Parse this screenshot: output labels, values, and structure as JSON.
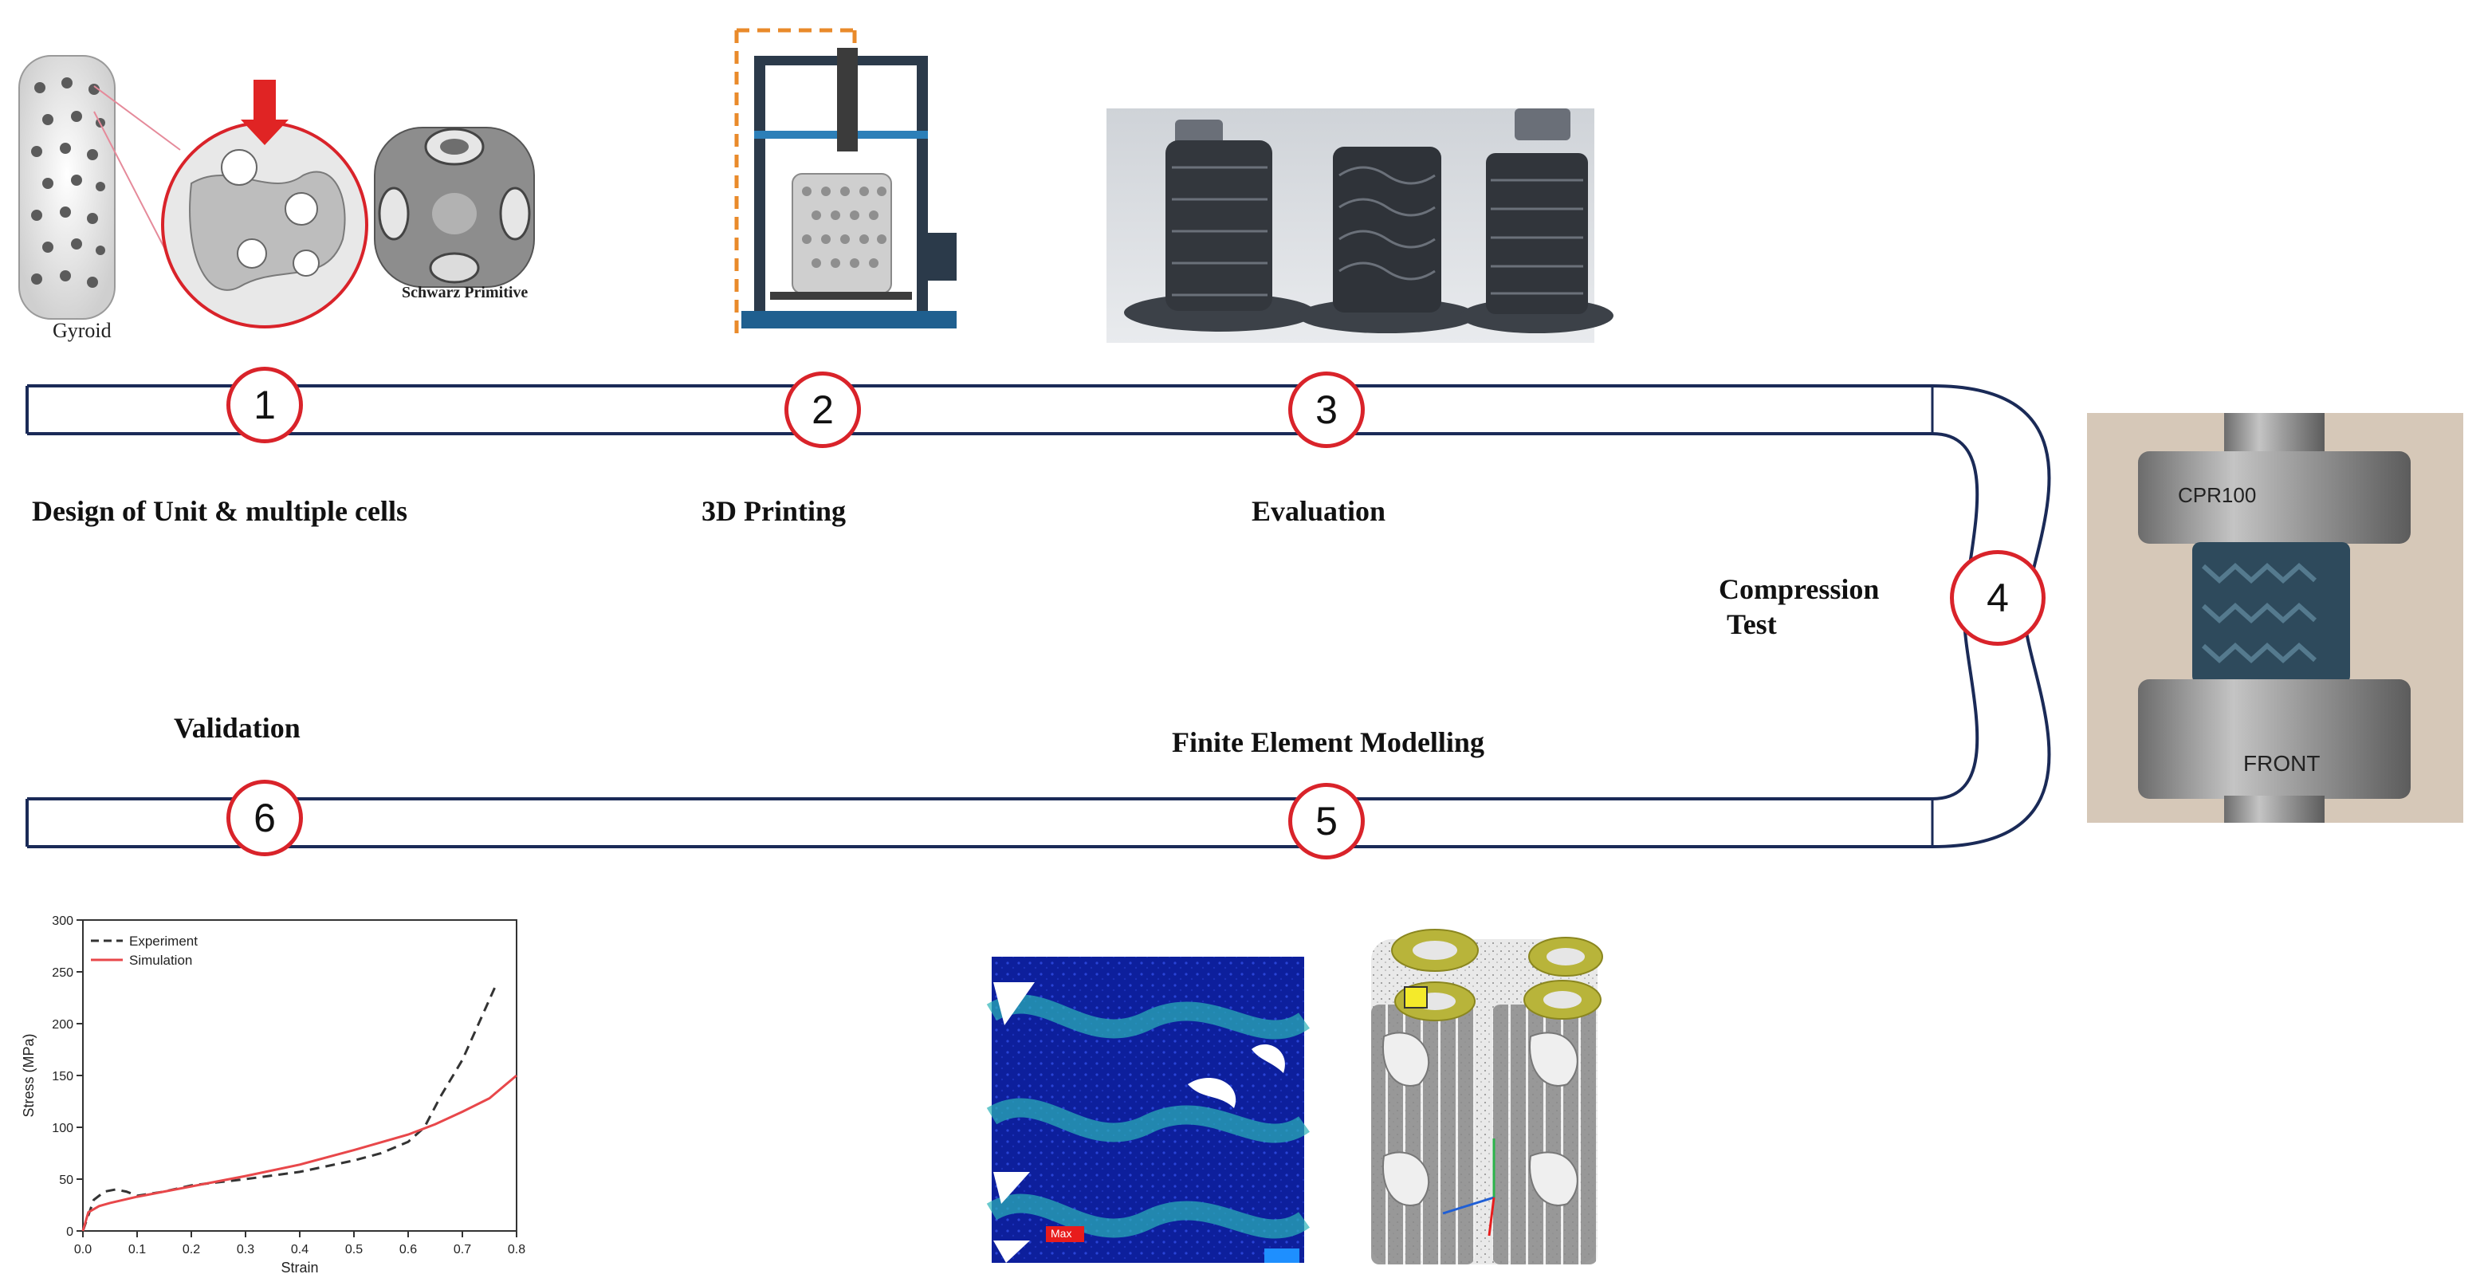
{
  "steps": [
    {
      "number": "1",
      "label": "Design of Unit & multiple cells"
    },
    {
      "number": "2",
      "label": "3D Printing"
    },
    {
      "number": "3",
      "label": "Evaluation"
    },
    {
      "number": "4",
      "label_line1": "Compression",
      "label_line2": "Test"
    },
    {
      "number": "5",
      "label": "Finite Element Modelling"
    },
    {
      "number": "6",
      "label": "Validation"
    }
  ],
  "design": {
    "gyroid_caption": "Gyroid",
    "schwarz_caption": "Schwarz Primitive"
  },
  "compression": {
    "top_plate_text": "CPR100",
    "bottom_plate_text": "FRONT"
  },
  "fem": {
    "max_tag": "Max"
  },
  "colors": {
    "flow_outline": "#1a2a57",
    "circle_border": "#d9232a",
    "experiment": "#333333",
    "simulation": "#e8474a"
  },
  "chart_data": {
    "type": "line",
    "xlabel": "Strain",
    "ylabel": "Stress (MPa)",
    "xlim": [
      0,
      0.8
    ],
    "ylim": [
      0,
      300
    ],
    "xticks": [
      "0.0",
      "0.1",
      "0.2",
      "0.3",
      "0.4",
      "0.5",
      "0.6",
      "0.7",
      "0.8"
    ],
    "yticks": [
      "0",
      "50",
      "100",
      "150",
      "200",
      "250",
      "300"
    ],
    "legend_position": "top-left",
    "series": [
      {
        "name": "Experiment",
        "style": "dashed",
        "x": [
          0,
          0.01,
          0.02,
          0.04,
          0.06,
          0.08,
          0.1,
          0.15,
          0.2,
          0.3,
          0.4,
          0.5,
          0.55,
          0.6,
          0.63,
          0.66,
          0.7,
          0.73,
          0.76
        ],
        "y": [
          0,
          15,
          30,
          38,
          40,
          38,
          34,
          38,
          44,
          50,
          57,
          68,
          75,
          86,
          100,
          130,
          165,
          200,
          235
        ]
      },
      {
        "name": "Simulation",
        "style": "solid",
        "x": [
          0,
          0.01,
          0.03,
          0.05,
          0.1,
          0.2,
          0.3,
          0.4,
          0.5,
          0.6,
          0.65,
          0.7,
          0.75,
          0.8
        ],
        "y": [
          0,
          18,
          24,
          27,
          33,
          43,
          53,
          64,
          78,
          93,
          103,
          115,
          128,
          150
        ]
      }
    ]
  }
}
